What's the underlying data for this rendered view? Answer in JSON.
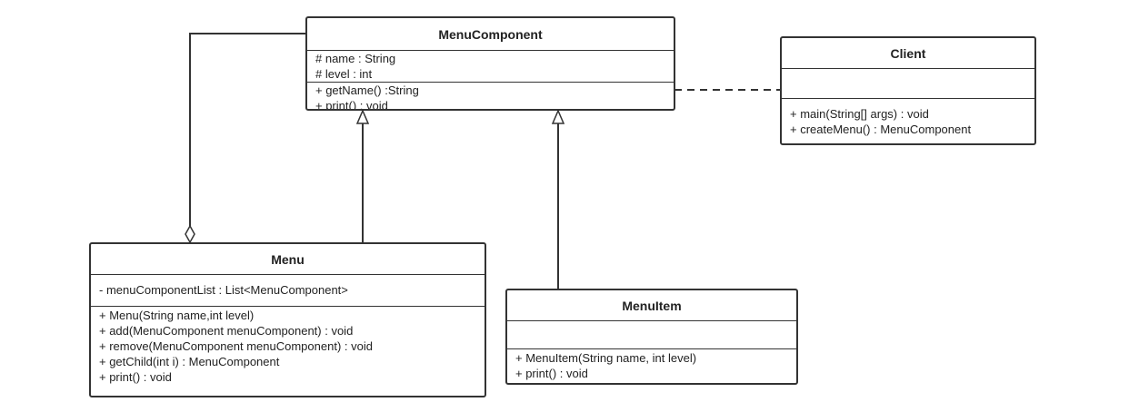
{
  "classes": {
    "menu_component": {
      "name": "MenuComponent",
      "attributes": [
        "# name : String",
        "# level : int"
      ],
      "methods": [
        "+ getName() :String",
        "+ print() : void"
      ]
    },
    "client": {
      "name": "Client",
      "attributes": [],
      "methods": [
        "+ main(String[] args) : void",
        "+ createMenu() : MenuComponent"
      ]
    },
    "menu": {
      "name": "Menu",
      "attributes": [
        "- menuComponentList : List<MenuComponent>"
      ],
      "methods": [
        "+ Menu(String name,int level)",
        "+ add(MenuComponent menuComponent) : void",
        "+ remove(MenuComponent menuComponent) : void",
        "+ getChild(int i) : MenuComponent",
        "+ print() : void"
      ]
    },
    "menu_item": {
      "name": "MenuItem",
      "attributes": [],
      "methods": [
        "+ MenuItem(String name, int level)",
        "+ print() : void"
      ]
    }
  },
  "relations": [
    {
      "from": "Menu",
      "to": "MenuComponent",
      "type": "generalization"
    },
    {
      "from": "MenuItem",
      "to": "MenuComponent",
      "type": "generalization"
    },
    {
      "from": "Menu",
      "to": "MenuComponent",
      "type": "aggregation"
    },
    {
      "from": "Client",
      "to": "MenuComponent",
      "type": "dependency"
    }
  ],
  "colors": {
    "line": "#333333",
    "background": "#ffffff"
  }
}
